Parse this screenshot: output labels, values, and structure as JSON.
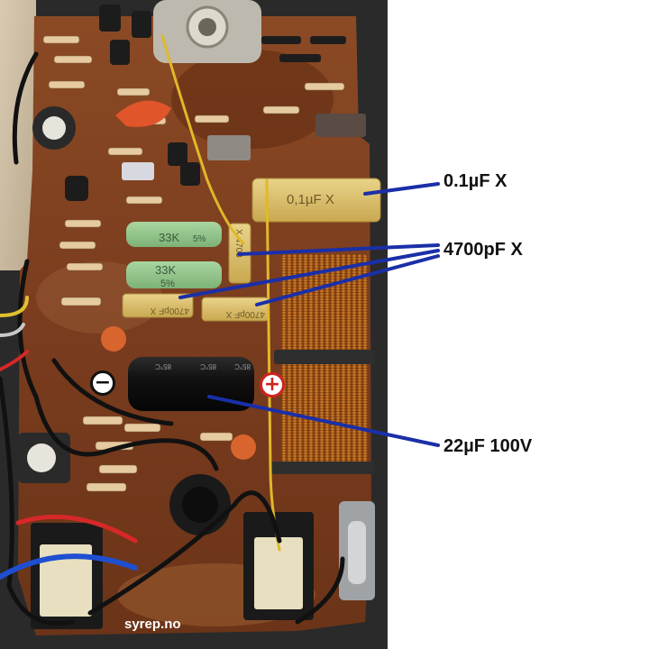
{
  "photo": {
    "description_icon": "pcb-photo-icon",
    "watermark": "syrep.no",
    "components": {
      "res_33k_top_value": "33K",
      "res_33k_top_tol": "5%",
      "res_33k_bot_value": "33K",
      "res_33k_bot_tol": "5%",
      "cap_x_01_print": "0,1µF X",
      "cap_4700_a_print": "4700pF X",
      "cap_4700_b_print": "4700pF X",
      "cap_4700_c_print": "X 4700",
      "elco_temp_a": "85°C",
      "elco_temp_b": "85°C",
      "elco_temp_c": "85°C"
    }
  },
  "callouts": {
    "cap_01": "0.1µF X",
    "cap_4700": "4700pF X",
    "elco": "22µF 100V"
  },
  "polarity": {
    "minus": "−",
    "plus": "+"
  },
  "colors": {
    "callout_line": "#1a2fa8",
    "plus_ring": "#d0231f",
    "minus_ring": "#111111",
    "board": "#7a3c1e"
  }
}
